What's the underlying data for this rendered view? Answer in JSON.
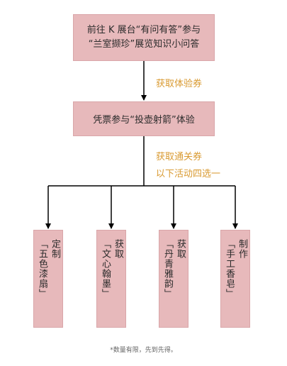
{
  "step1": {
    "line1": "前往 K 展台“有问有答”参与",
    "line2": "“兰室撷珍”展览知识小问答"
  },
  "arrow1_label": "获取体验券",
  "step2": {
    "text": "凭票参与“投壶射箭”体验"
  },
  "arrow2_label": {
    "line1": "获取通关券",
    "line2": "以下活动四选一"
  },
  "options": [
    {
      "verb": "定制",
      "item": "「五色漆扇」"
    },
    {
      "verb": "获取",
      "item": "「文心翰墨」"
    },
    {
      "verb": "获取",
      "item": "「丹青雅韵」"
    },
    {
      "verb": "制作",
      "item": "「手工香皂」"
    }
  ],
  "footnote": "*数量有限，先到先得。",
  "colors": {
    "box_fill": "#e7b9bb",
    "label_text": "#d99a31",
    "line": "#000000"
  }
}
